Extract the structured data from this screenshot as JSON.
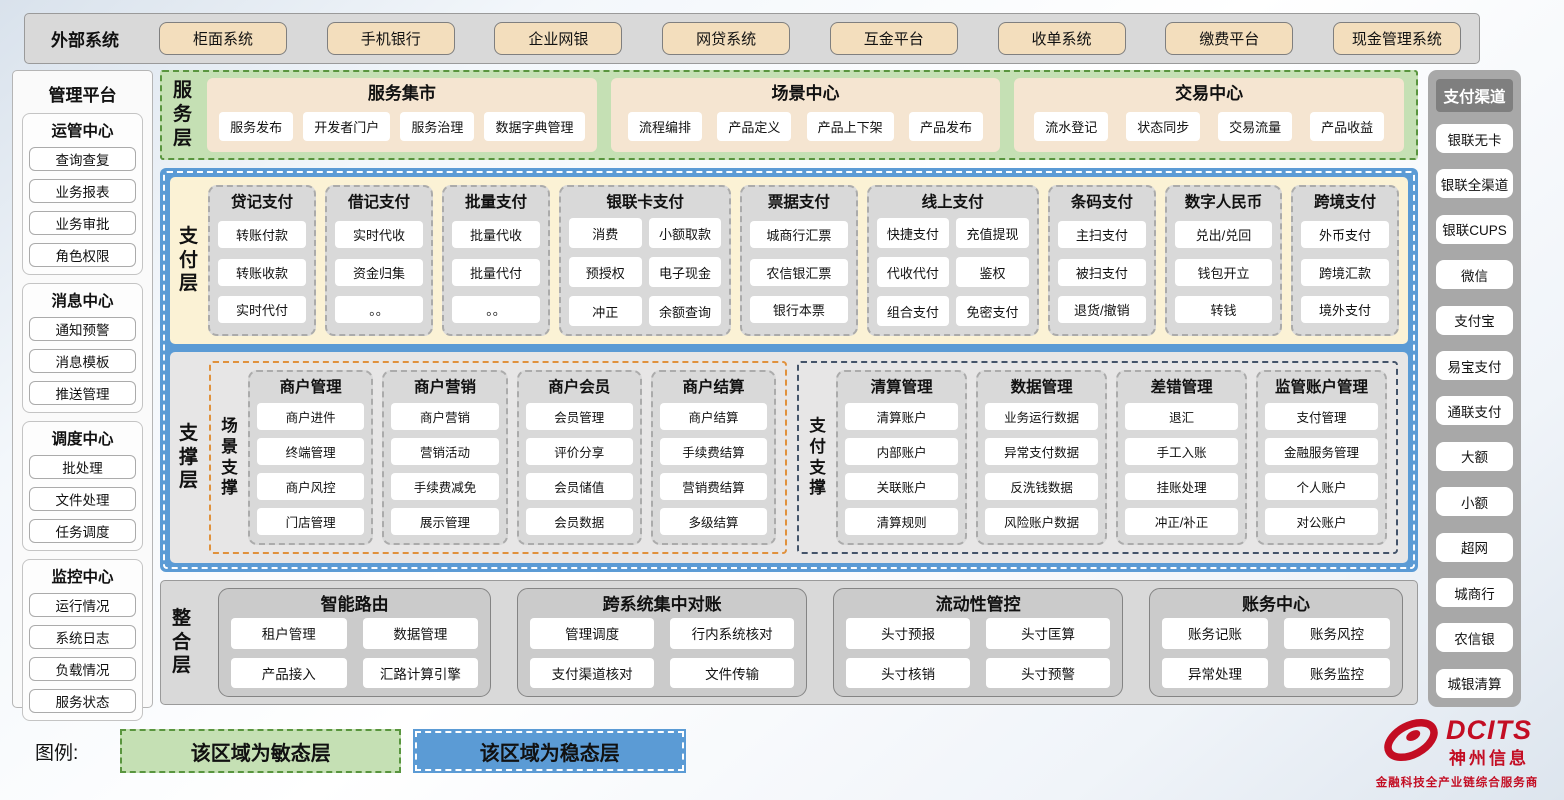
{
  "external": {
    "label": "外部系统",
    "systems": [
      "柜面系统",
      "手机银行",
      "企业网银",
      "网贷系统",
      "互金平台",
      "收单系统",
      "缴费平台",
      "现金管理系统"
    ]
  },
  "management": {
    "title": "管理平台",
    "groups": [
      {
        "title": "运管中心",
        "items": [
          "查询查复",
          "业务报表",
          "业务审批",
          "角色权限"
        ]
      },
      {
        "title": "消息中心",
        "items": [
          "通知预警",
          "消息模板",
          "推送管理"
        ]
      },
      {
        "title": "调度中心",
        "items": [
          "批处理",
          "文件处理",
          "任务调度"
        ]
      },
      {
        "title": "监控中心",
        "items": [
          "运行情况",
          "系统日志",
          "负载情况",
          "服务状态"
        ]
      }
    ]
  },
  "service_layer": {
    "label": "服务层",
    "sections": [
      {
        "title": "服务集市",
        "items": [
          "服务发布",
          "开发者门户",
          "服务治理",
          "数据字典管理"
        ]
      },
      {
        "title": "场景中心",
        "items": [
          "流程编排",
          "产品定义",
          "产品上下架",
          "产品发布"
        ]
      },
      {
        "title": "交易中心",
        "items": [
          "流水登记",
          "状态同步",
          "交易流量",
          "产品收益"
        ]
      }
    ]
  },
  "payment_layer": {
    "label": "支付层",
    "columns": [
      {
        "title": "贷记支付",
        "items": [
          "转账付款",
          "转账收款",
          "实时代付"
        ]
      },
      {
        "title": "借记支付",
        "items": [
          "实时代收",
          "资金归集",
          "。。"
        ]
      },
      {
        "title": "批量支付",
        "items": [
          "批量代收",
          "批量代付",
          "。。"
        ]
      },
      {
        "title": "银联卡支付",
        "items": [
          "消费",
          "小额取款",
          "预授权",
          "电子现金",
          "冲正",
          "余额查询"
        ]
      },
      {
        "title": "票据支付",
        "items": [
          "城商行汇票",
          "农信银汇票",
          "银行本票"
        ]
      },
      {
        "title": "线上支付",
        "items": [
          "快捷支付",
          "充值提现",
          "代收代付",
          "鉴权",
          "组合支付",
          "免密支付"
        ]
      },
      {
        "title": "条码支付",
        "items": [
          "主扫支付",
          "被扫支付",
          "退货/撤销"
        ]
      },
      {
        "title": "数字人民币",
        "items": [
          "兑出/兑回",
          "钱包开立",
          "转钱"
        ]
      },
      {
        "title": "跨境支付",
        "items": [
          "外币支付",
          "跨境汇款",
          "境外支付"
        ]
      }
    ]
  },
  "support_layer": {
    "label": "支撑层",
    "scene": {
      "label": "场景支撑",
      "columns": [
        {
          "title": "商户管理",
          "items": [
            "商户进件",
            "终端管理",
            "商户风控",
            "门店管理"
          ]
        },
        {
          "title": "商户营销",
          "items": [
            "商户营销",
            "营销活动",
            "手续费减免",
            "展示管理"
          ]
        },
        {
          "title": "商户会员",
          "items": [
            "会员管理",
            "评价分享",
            "会员储值",
            "会员数据"
          ]
        },
        {
          "title": "商户结算",
          "items": [
            "商户结算",
            "手续费结算",
            "营销费结算",
            "多级结算"
          ]
        }
      ]
    },
    "pay": {
      "label": "支付支撑",
      "columns": [
        {
          "title": "清算管理",
          "items": [
            "清算账户",
            "内部账户",
            "关联账户",
            "清算规则"
          ]
        },
        {
          "title": "数据管理",
          "items": [
            "业务运行数据",
            "异常支付数据",
            "反洗钱数据",
            "风险账户数据"
          ]
        },
        {
          "title": "差错管理",
          "items": [
            "退汇",
            "手工入账",
            "挂账处理",
            "冲正/补正"
          ]
        },
        {
          "title": "监管账户管理",
          "items": [
            "支付管理",
            "金融服务管理",
            "个人账户",
            "对公账户"
          ]
        }
      ]
    }
  },
  "integration_layer": {
    "label": "整合层",
    "sections": [
      {
        "title": "智能路由",
        "items": [
          "租户管理",
          "数据管理",
          "产品接入",
          "汇路计算引擎"
        ]
      },
      {
        "title": "跨系统集中对账",
        "items": [
          "管理调度",
          "行内系统核对",
          "支付渠道核对",
          "文件传输"
        ]
      },
      {
        "title": "流动性管控",
        "items": [
          "头寸预报",
          "头寸匡算",
          "头寸核销",
          "头寸预警"
        ]
      },
      {
        "title": "账务中心",
        "items": [
          "账务记账",
          "账务风控",
          "异常处理",
          "账务监控"
        ]
      }
    ]
  },
  "channels": {
    "title": "支付渠道",
    "items": [
      "银联无卡",
      "银联全渠道",
      "银联CUPS",
      "微信",
      "支付宝",
      "易宝支付",
      "通联支付",
      "大额",
      "小额",
      "超网",
      "城商行",
      "农信银",
      "城银清算"
    ]
  },
  "legend": {
    "label": "图例:",
    "agile": "该区域为敏态层",
    "stable": "该区域为稳态层"
  },
  "logo": {
    "brand": "DCITS",
    "company": "神州信息",
    "tagline": "金融科技全产业链综合服务商"
  },
  "colors": {
    "agile_green": "#c5e0b4",
    "stable_blue": "#5b9bd5",
    "brand_red": "#c30d23",
    "panel_gray": "#d9d9d9",
    "tan": "#f3debd",
    "cream": "#fbf2d5"
  }
}
